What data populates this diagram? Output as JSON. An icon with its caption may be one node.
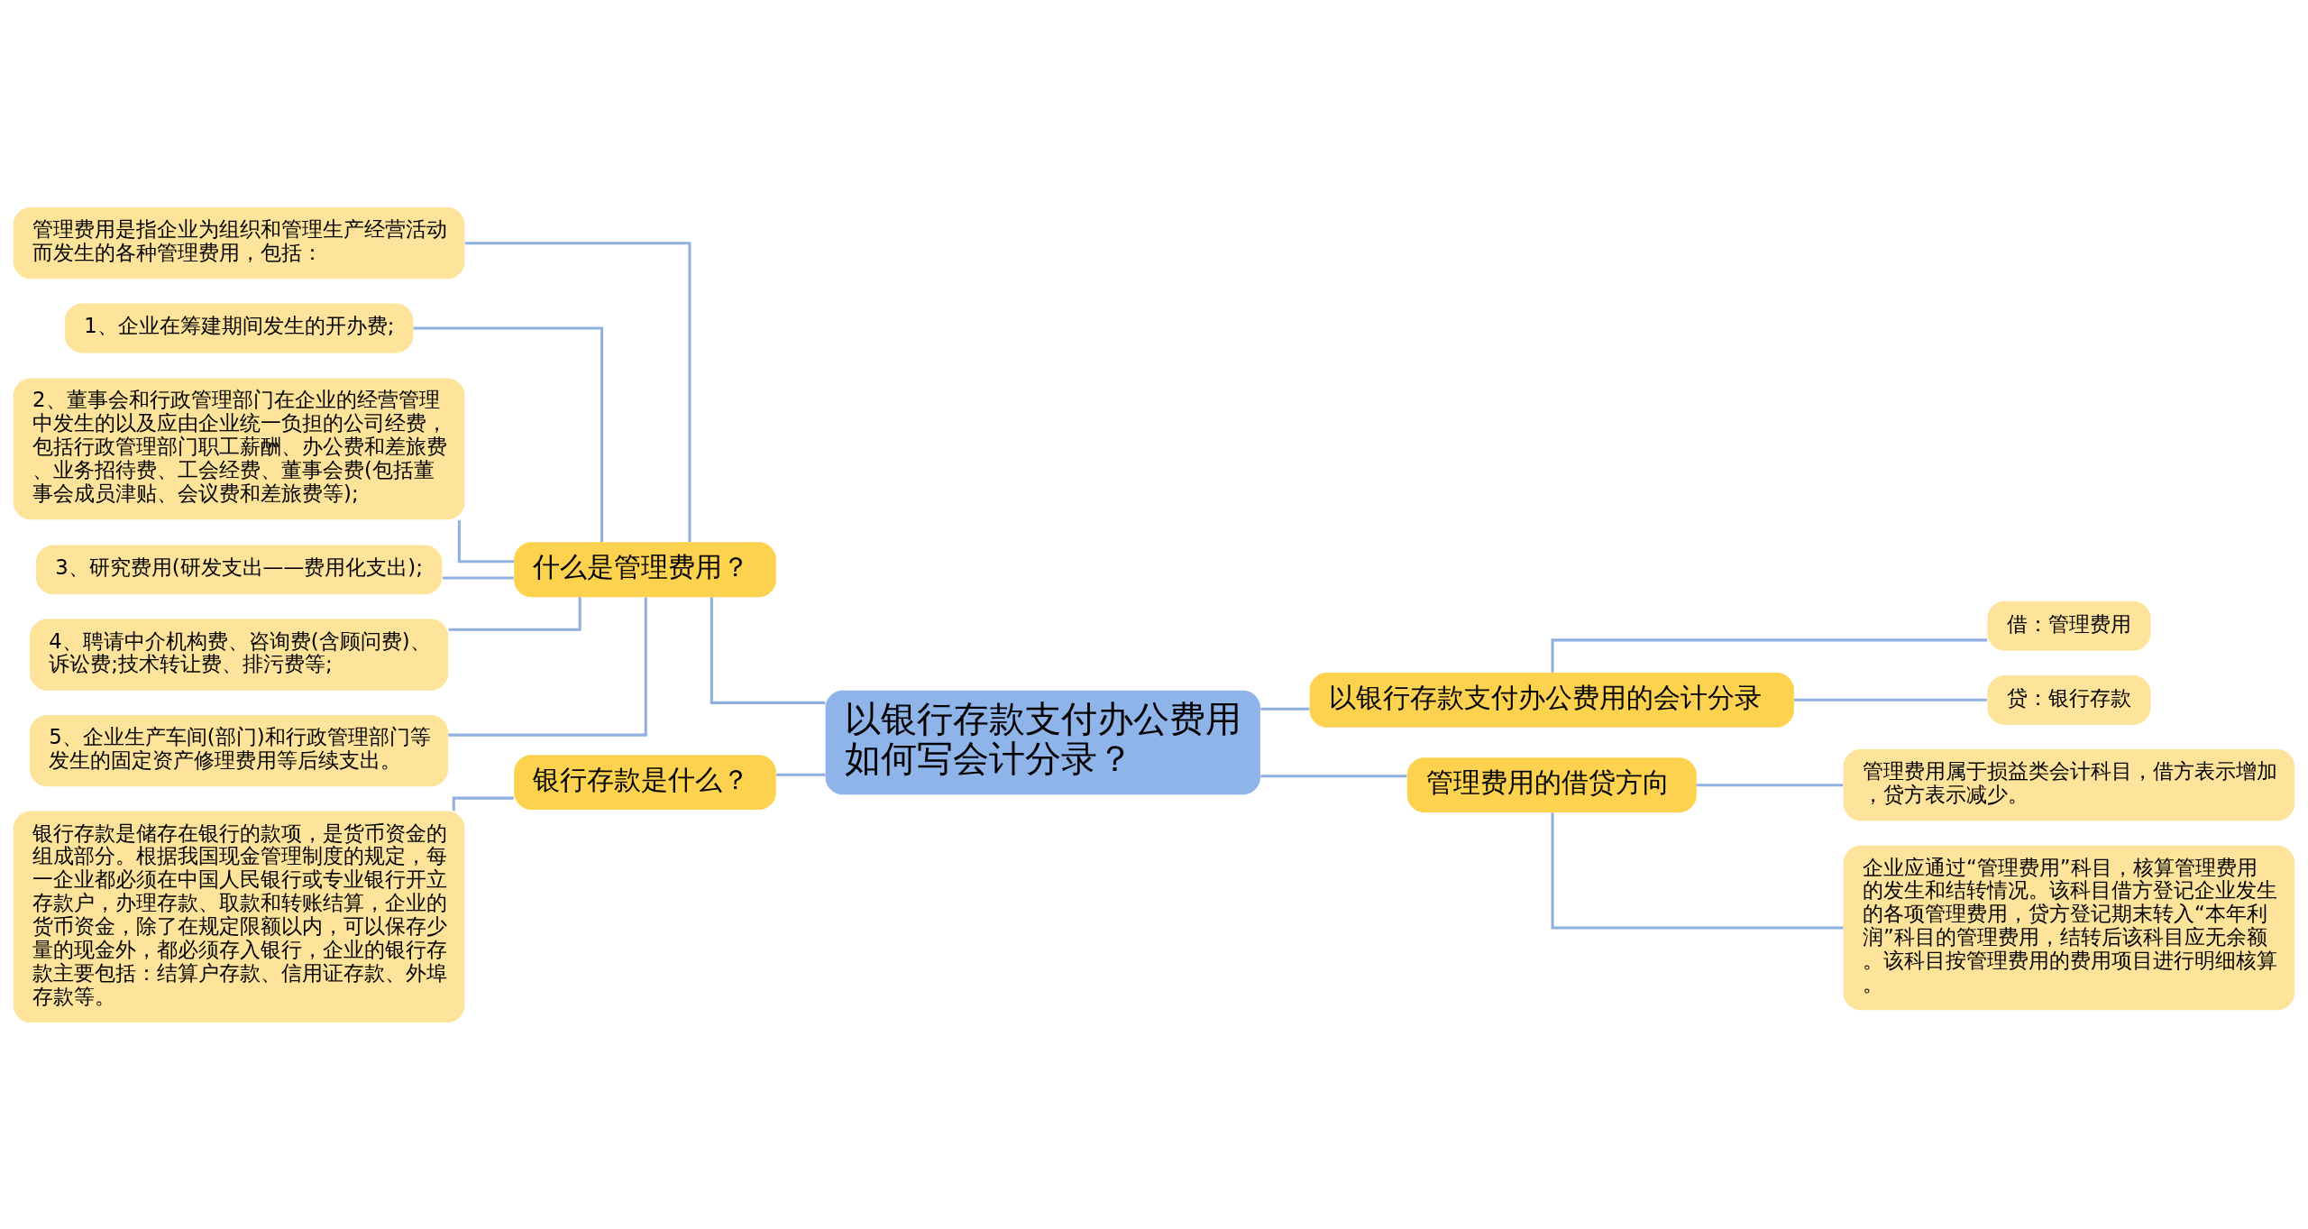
{
  "diagram": {
    "nodes": [
      {
        "text": [
          "以银行存款支付办公费用如何写会计分录？"
        ]
      },
      {
        "text": [
          "什么是管理费用？"
        ]
      },
      {
        "text": [
          "管理费用是指企业为组织和管理生产经营活动而发生的各种管理费用，包括："
        ]
      },
      {
        "text": [
          "1、企业在筹建期间发生的开办费;"
        ]
      },
      {
        "text": [
          "2、董事会和行政管理部门在企业的经营管理中发生的以及应由企业统一负担的公司经费，包括行政管理部门职工薪酬、办公费和差旅费、业务招待费、工会经费、董事会费(包括董事会成员津贴、会议费和差旅费等);"
        ]
      },
      {
        "text": [
          "3、研究费用(研发支出——费用化支出);"
        ]
      },
      {
        "text": [
          "4、聘请中介机构费、咨询费(含顾问费)、诉讼费;技术转让费、排污费等;"
        ]
      },
      {
        "text": [
          "5、企业生产车间(部门)和行政管理部门等发生的固定资产修理费用等后续支出。"
        ]
      },
      {
        "text": [
          "银行存款是什么？"
        ]
      },
      {
        "text": [
          "银行存款是储存在银行的款项，是货币资金的组成部分。根据我国现金管理制度的规定，每一企业都必须在中国人民银行或专业银行开立存款户，办理存款、取款和转账结算，企业的货币资金，除了在规定限额以内，可以保存少量的现金外，都必须存入银行，企业的银行存款主要包括：结算户存款、信用证存款、外埠存款等。"
        ]
      },
      {
        "text": [
          "以银行存款支付办公费用的会计分录"
        ]
      },
      {
        "text": [
          "借：管理费用"
        ]
      },
      {
        "text": [
          "贷：银行存款"
        ]
      },
      {
        "text": [
          "管理费用的借贷方向"
        ]
      },
      {
        "text": [
          "管理费用属于损益类会计科目，借方表示增加，贷方表示减少。"
        ]
      },
      {
        "text": [
          "企业应通过“管理费用”科目，核算管理费用的发生和结转情况。该科目借方登记企业发生的各项管理费用，贷方登记期末转入“本年利润”科目的管理费用，结转后该科目应无余额。该科目按管理费用的费用项目进行明细核算。"
        ]
      }
    ],
    "edges": [
      {
        "from": 0,
        "to": 1,
        "arrow": "none"
      },
      {
        "from": 1,
        "to": 2,
        "arrow": "none"
      },
      {
        "from": 1,
        "to": 3,
        "arrow": "none"
      },
      {
        "from": 1,
        "to": 4,
        "arrow": "none"
      },
      {
        "from": 1,
        "to": 5,
        "arrow": "none"
      },
      {
        "from": 1,
        "to": 6,
        "arrow": "none"
      },
      {
        "from": 1,
        "to": 7,
        "arrow": "none"
      },
      {
        "from": 0,
        "to": 8,
        "arrow": "none"
      },
      {
        "from": 8,
        "to": 9,
        "arrow": "none"
      },
      {
        "from": 0,
        "to": 10,
        "arrow": "none"
      },
      {
        "from": 10,
        "to": 11,
        "arrow": "none"
      },
      {
        "from": 10,
        "to": 12,
        "arrow": "none"
      },
      {
        "from": 0,
        "to": 13,
        "arrow": "none"
      },
      {
        "from": 13,
        "to": 14,
        "arrow": "none"
      },
      {
        "from": 13,
        "to": 15,
        "arrow": "none"
      }
    ]
  }
}
